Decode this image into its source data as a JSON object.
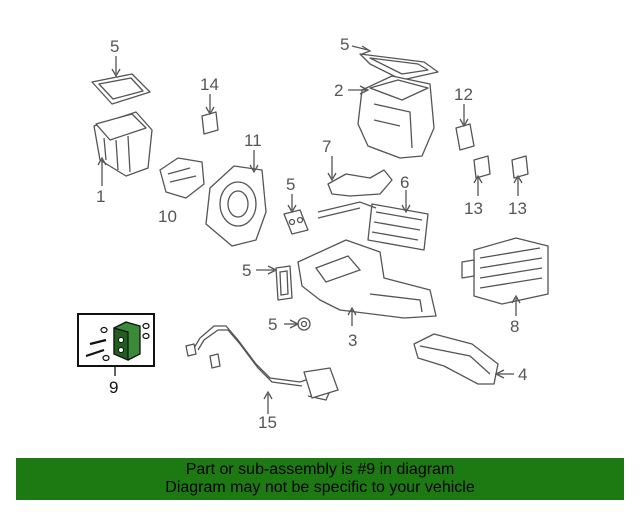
{
  "diagram": {
    "callouts": {
      "c5a": "5",
      "c1": "1",
      "c14": "14",
      "c10": "10",
      "c11": "11",
      "c5b": "5",
      "c5c": "5",
      "c5d": "5",
      "c2": "2",
      "c12": "12",
      "c7": "7",
      "c6": "6",
      "c13a": "13",
      "c13b": "13",
      "c8": "8",
      "c3": "3",
      "c4": "4",
      "c15": "15",
      "c9": "9",
      "c5e": "5"
    },
    "highlighted_part": "9"
  },
  "banner": {
    "line1": "Part or sub-assembly is #9 in diagram",
    "line2": "Diagram may not be specific to your vehicle",
    "color": "#1d7a12"
  }
}
